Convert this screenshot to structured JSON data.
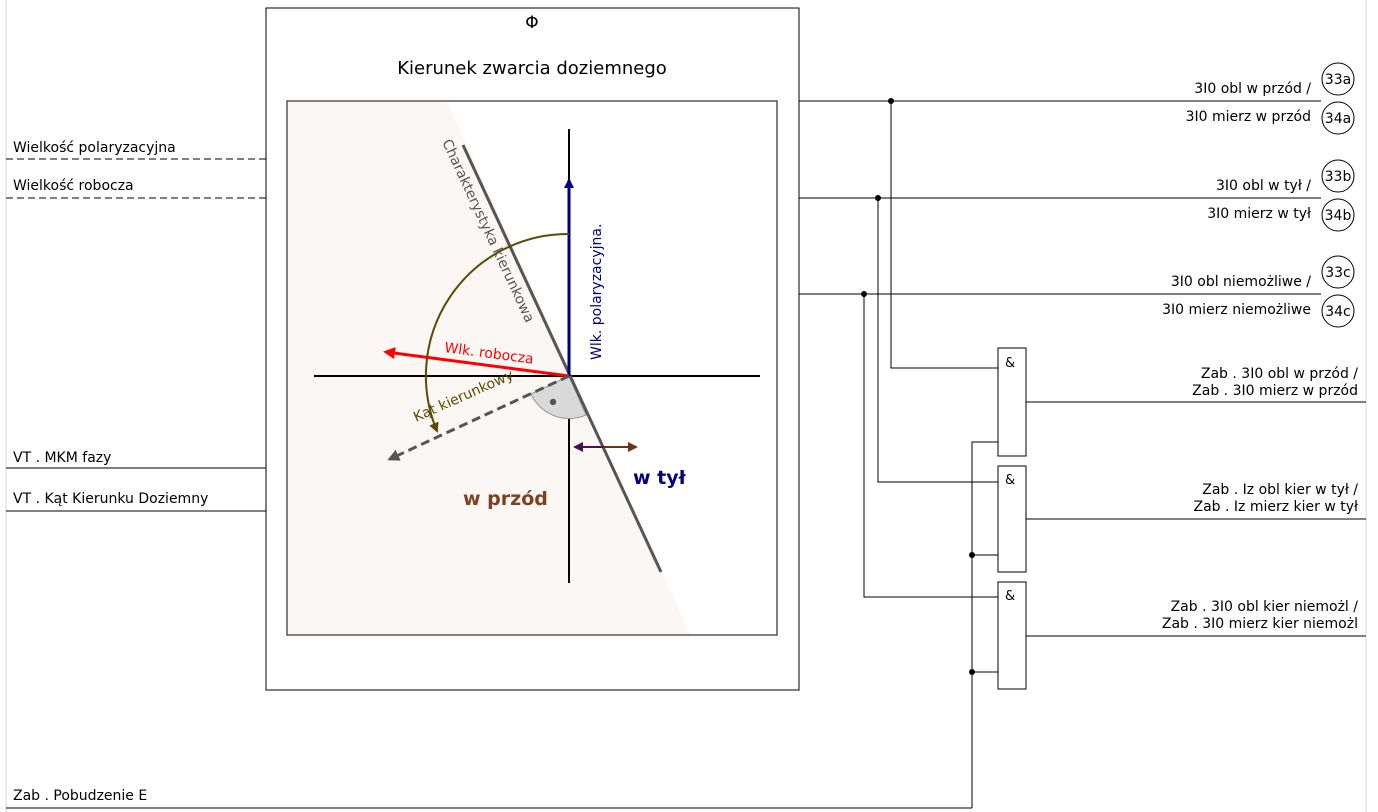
{
  "block": {
    "symbol": "Φ",
    "title": "Kierunek zwarcia doziemnego"
  },
  "inputs": {
    "polarizing_quantity": "Wielkość polaryzacyjna",
    "operating_quantity": "Wielkość robocza",
    "vt_phase": "VT . MKM fazy",
    "vt_angle": "VT . Kąt Kierunku Doziemny",
    "pickup": "Zab . Pobudzenie E"
  },
  "diagram": {
    "characteristic_label": "Charakterystyka kierunkowa",
    "polarizing_label": "Wlk. polaryzacyjna.",
    "operating_label": "Wlk. robocza",
    "angle_label": "Kąt kierunkowy",
    "forward_label": "w przód",
    "reverse_label": "w tył",
    "colors": {
      "forward_zone": "#fbf7f4",
      "polarizing_arrow": "#00007f",
      "operating_arrow": "#ff0000",
      "angle_arc": "#5c4a00",
      "forward_text": "#7f4020",
      "reverse_text": "#00007f",
      "characteristic": "#555555"
    }
  },
  "outputs": {
    "fwd_calc": "3I0 obl w przód /",
    "fwd_meas": "3I0 mierz w przód",
    "rev_calc": "3I0 obl w tył /",
    "rev_meas": "3I0 mierz w tył",
    "nd_calc": "3I0 obl niemożliwe /",
    "nd_meas": "3I0 mierz niemożliwe",
    "tag_33a": "33a",
    "tag_34a": "34a",
    "tag_33b": "33b",
    "tag_34b": "34b",
    "tag_33c": "33c",
    "tag_34c": "34c"
  },
  "gates": {
    "symbol": "&",
    "fwd_line1": "Zab . 3I0 obl w przód /",
    "fwd_line2": "Zab . 3I0 mierz w przód",
    "rev_line1": "Zab . Iz obl kier w tył /",
    "rev_line2": "Zab . Iz mierz kier w tył",
    "nd_line1": "Zab . 3I0 obl kier niemożl /",
    "nd_line2": "Zab . 3I0 mierz kier niemożl"
  }
}
